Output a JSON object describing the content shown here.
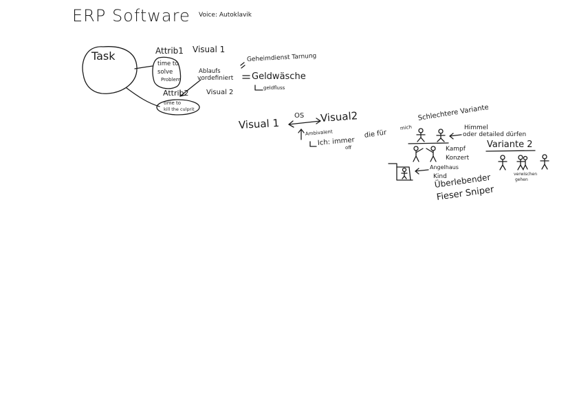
{
  "header": {
    "title": "ERP Software",
    "voice_note": "Voice: Autoklavik"
  },
  "task_map": {
    "task": "Task",
    "attrib1": "Attrib1",
    "visual1_top": "Visual 1",
    "bubble1": [
      "time to",
      "solve",
      "Problem"
    ],
    "attrib2": "Attrib2",
    "bubble2": [
      "time to",
      "kill the culprit"
    ],
    "ablauf": [
      "Ablaufs",
      "vordefiniert"
    ],
    "visual2_label": "Visual 2",
    "geheimdienst": "Geheimdienst Tarnung",
    "geldwaesche": "Geldwäsche",
    "geldfluss": "geldfluss"
  },
  "visual_compare": {
    "visual1": "Visual 1",
    "os": "OS",
    "visual2": "Visual2",
    "ambivalent": "Ambivalent",
    "ich": "Ich: immer",
    "off": "off",
    "die_fuer": "die für",
    "mich": "mich",
    "schlechtere": "Schlechtere Variante"
  },
  "variants": {
    "himmel": "Himmel",
    "oder": "oder detailed dürfen",
    "kampf": "Kampf",
    "konzert": "Konzert",
    "angelhaus": "Angelhaus",
    "kind": "Kind",
    "uberlebender": "Überlebender",
    "fieser": "Fieser Sniper",
    "variante2": "Variante 2",
    "verwischen": "verwischen",
    "gehen": "gehen"
  }
}
